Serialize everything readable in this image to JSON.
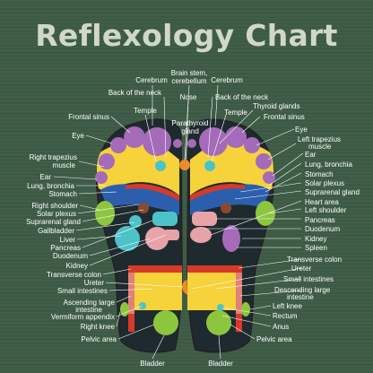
{
  "title": "Reflexology Chart",
  "labels": {
    "brain_stem_1": "Brain stem,",
    "brain_stem_2": "cerebellum",
    "cerebrum_left": "Cerebrum",
    "cerebrum_right": "Cerebrum",
    "back_of_neck_left": "Back of the neck",
    "back_of_neck_right": "Back of the neck",
    "nose": "Nose",
    "thyroid": "Thyroid glands",
    "temple_left": "Temple",
    "temple_right": "Temple",
    "parathyroid_1": "Parathyroid",
    "parathyroid_2": "gland",
    "frontal_sinus_left": "Frontal sinus",
    "frontal_sinus_right": "Frontal sinus",
    "eye_left": "Eye",
    "eye_right": "Eye",
    "right_trapezius_1": "Right trapezius",
    "right_trapezius_2": "muscle",
    "left_trapezius_1": "Left trapezius",
    "left_trapezius_2": "muscle",
    "ear_left": "Ear",
    "ear_right": "Ear",
    "lung_left": "Lung, bronchia",
    "lung_right": "Lung, bronchia",
    "stomach_left": "Stomach",
    "stomach_right": "Stomach",
    "solar_left": "Solar plexus",
    "solar_right": "Solar plexus",
    "right_shoulder": "Right shoulder",
    "left_shoulder": "Left shoulder",
    "suprarenal_left": "Suprarenal gland",
    "suprarenal_right": "Suprarenal gland",
    "heart": "Heart area",
    "gallbladder": "Gallbladder",
    "pancreas_left": "Pancreas",
    "pancreas_right": "Pancreas",
    "liver": "Liver",
    "duodenum_left": "Duodenum",
    "duodenum_right": "Duodenum",
    "kidney_left": "Kidney",
    "kidney_right": "Kidney",
    "spleen": "Spleen",
    "transverse_left": "Transverse colon",
    "transverse_right": "Transverse colon",
    "ureter_left": "Ureter",
    "ureter_right": "Ureter",
    "small_int_left": "Small intestines",
    "small_int_right": "Small intestines",
    "ascending_1": "Ascending large",
    "ascending_2": "intestine",
    "descending_1": "Descending large",
    "descending_2": "intestine",
    "vermiform": "Vermiform appendix",
    "right_knee": "Right knee",
    "left_knee": "Left knee",
    "rectum": "Rectum",
    "anus": "Anus",
    "pelvic_left": "Pelvic area",
    "pelvic_right": "Pelvic area",
    "bladder_left": "Bladder",
    "bladder_right": "Bladder"
  },
  "colors": {
    "background": "#3d5a45",
    "title": "#cfd8c9",
    "foot_outline": "#2a2a2a",
    "yellow": "#f6d23b",
    "purple": "#a56bb8",
    "teal": "#4cc3c8",
    "orange": "#ee8a2e",
    "green": "#8cc63f",
    "blue": "#2b5fae",
    "red": "#d63a2a",
    "pink": "#e7a3a8",
    "salmon": "#e27f77"
  }
}
